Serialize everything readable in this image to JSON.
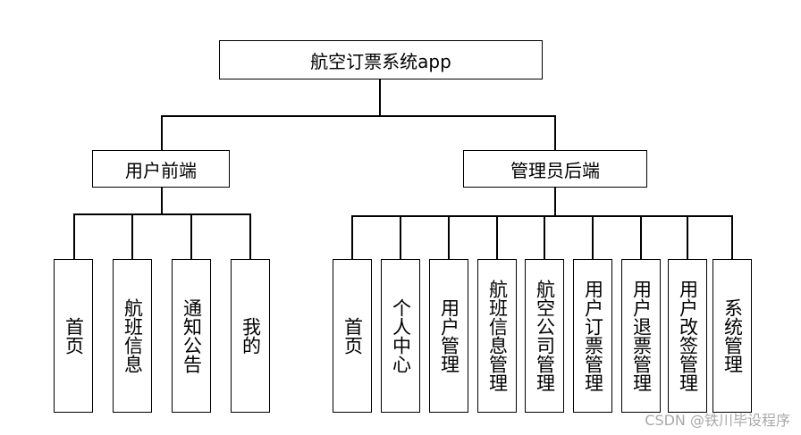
{
  "diagram": {
    "root": {
      "label": "航空订票系统app"
    },
    "branches": [
      {
        "label": "用户前端",
        "children": [
          "首页",
          "航班信息",
          "通知公告",
          "我的"
        ]
      },
      {
        "label": "管理员后端",
        "children": [
          "首页",
          "个人中心",
          "用户管理",
          "航班信息管理",
          "航空公司管理",
          "用户订票管理",
          "用户退票管理",
          "用户改签管理",
          "系统管理"
        ]
      }
    ]
  },
  "watermark": "CSDN @铁川毕设程序"
}
